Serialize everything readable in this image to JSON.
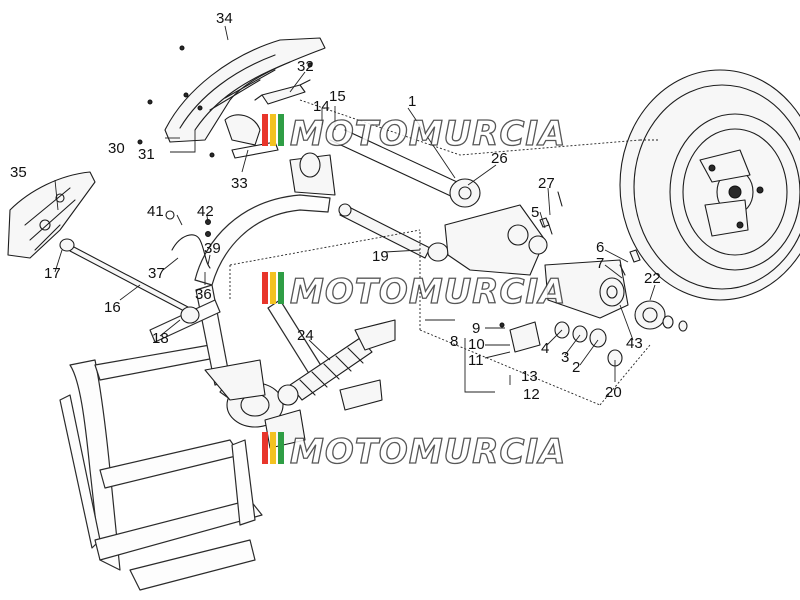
{
  "diagram": {
    "callouts": [
      "1",
      "2",
      "3",
      "4",
      "5",
      "6",
      "7",
      "8",
      "9",
      "10",
      "11",
      "12",
      "13",
      "14",
      "15",
      "16",
      "17",
      "18",
      "19",
      "20",
      "22",
      "24",
      "26",
      "27",
      "30",
      "31",
      "32",
      "33",
      "34",
      "35",
      "36",
      "37",
      "39",
      "41",
      "42",
      "43"
    ]
  },
  "watermark": {
    "text": "MOTOMURCIA",
    "stripe_colors": [
      "#e8352b",
      "#f3c221",
      "#2f9e45"
    ]
  },
  "colors": {
    "line": "#1d1d1d",
    "background": "#ffffff"
  }
}
